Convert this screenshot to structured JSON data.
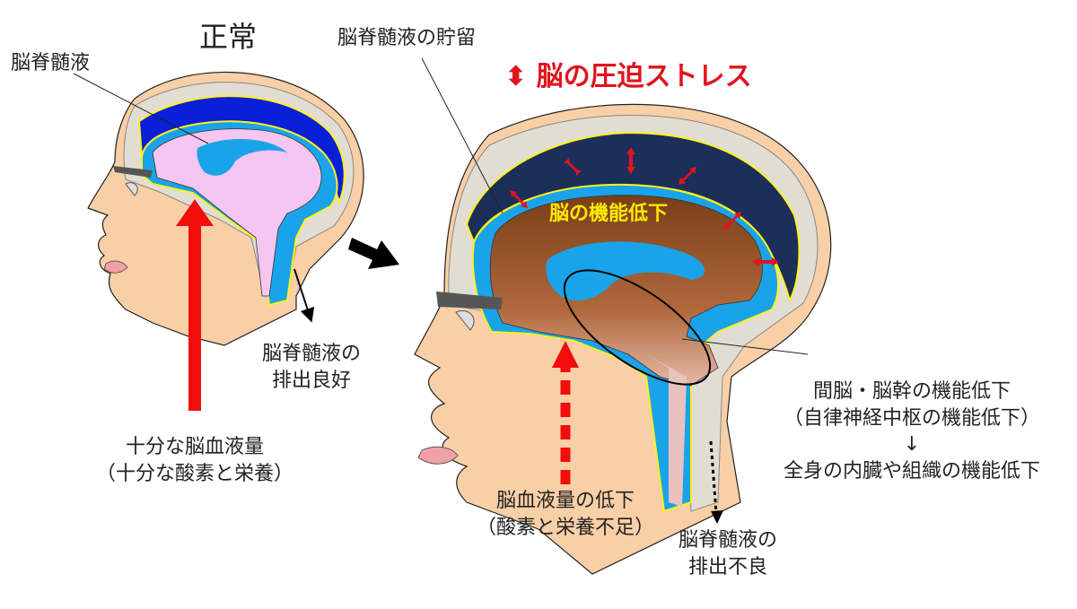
{
  "labels": {
    "normal_title": "正常",
    "csf_left": "脳脊髄液",
    "csf_retention": "脳脊髄液の貯留",
    "stress_arrow_glyph": "⬍",
    "stress_title": "脳の圧迫ストレス",
    "brain_function": "脳の機能低下",
    "csf_drain_good_1": "脳脊髄液の",
    "csf_drain_good_2": "排出良好",
    "blood_ok_1": "十分な脳血液量",
    "blood_ok_2": "（十分な酸素と栄養）",
    "blood_low_1": "脳血液量の低下",
    "blood_low_2": "（酸素と栄養不足）",
    "csf_drain_bad_1": "脳脊髄液の",
    "csf_drain_bad_2": "排出不良",
    "diencephalon_1": "間脳・脳幹の機能低下",
    "diencephalon_2": "（自律神経中枢の機能低下）",
    "down_arrow": "↓",
    "organs": "全身の内臓や組織の機能低下"
  },
  "colors": {
    "skin": "#f8cfa6",
    "skull": "#e2ddd2",
    "csf_blue": "#1aa3e8",
    "dura_dark": "#1b2f5a",
    "sinus_blue": "#0a1fd8",
    "brain_pink": "#f6c6f2",
    "brain_brown": "#8a4a22",
    "membrane_yellow": "#fff21a",
    "arrow_red": "#f20d0d",
    "lips": "#f0a0a8",
    "eyebrow": "#555555"
  }
}
